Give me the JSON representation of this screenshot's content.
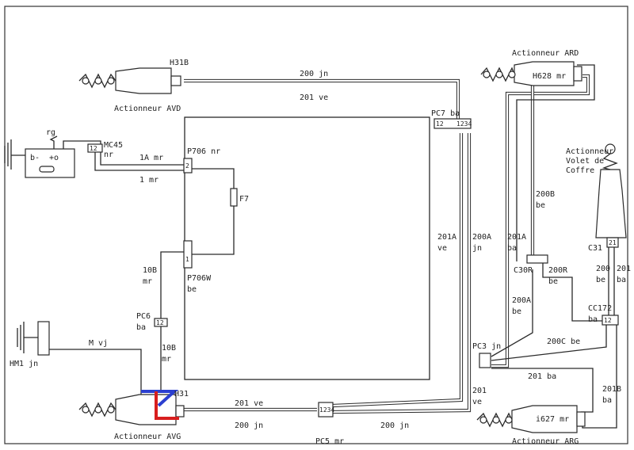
{
  "labels": {
    "h31b": "H31B",
    "act_avd": "Actionneur AVD",
    "act_ard": "Actionneur ARD",
    "h628": "H628 mr",
    "act_volet_1": "Actionneur",
    "act_volet_2": "Volet de",
    "act_volet_3": "Coffre",
    "w200jn_top": "200 jn",
    "w201ve_top": "201 ve",
    "pc7": "PC7 ba",
    "rg": "rg",
    "bat_minus": "b-",
    "bat_plus": "+o",
    "mc45": "MC45",
    "mc45_nr": "nr",
    "w1a": "1A mr",
    "w1mr": "1 mr",
    "p706": "P706 nr",
    "f7": "F7",
    "w200b": "200B",
    "w200b_be": "be",
    "w201a_ve": "201A",
    "w201a_ve_c": "ve",
    "w200a_jn": "200A",
    "w200a_jn_c": "jn",
    "w201a_ba": "201A",
    "w201a_ba_c": "ba",
    "c31": "C31",
    "w200_be": "200",
    "w200_be_c": "be",
    "w201_ba": "201",
    "w201_ba_c": "ba",
    "c30r": "C30R",
    "w200r": "200R",
    "w200r_c": "be",
    "w10b_top": "10B",
    "w10b_top_c": "mr",
    "p706w": "P706W",
    "p706w_c": "be",
    "w200a_be": "200A",
    "w200a_be_c": "be",
    "cc172": "CC172",
    "cc172_c": "ba",
    "pc6": "PC6",
    "pc6_c": "ba",
    "hm1": "HM1 jn",
    "wmvj": "M vj",
    "w10b_bot": "10B",
    "w10b_bot_c": "mr",
    "pc3": "PC3 jn",
    "w200c": "200C be",
    "w201ba": "201 ba",
    "w201b": "201B",
    "w201b_c": "ba",
    "w201ve_r": "201",
    "w201ve_r_c": "ve",
    "h31": "H31",
    "w201ve_bot": "201 ve",
    "w200jn_bot_l": "200 jn",
    "w200jn_bot_r": "200 jn",
    "act_avg": "Actionneur AVG",
    "pc5": "PC5 mr",
    "i627": "i627 mr",
    "act_arg": "Actionneur ARG",
    "conn_12": "12",
    "conn_21": "21",
    "conn_1234": "1234",
    "conn_1": "1",
    "conn_2": "2"
  },
  "colors": {
    "highlight_blue": "#2b3fd0",
    "highlight_red": "#d81e1e",
    "ink": "#2a2a2a"
  }
}
